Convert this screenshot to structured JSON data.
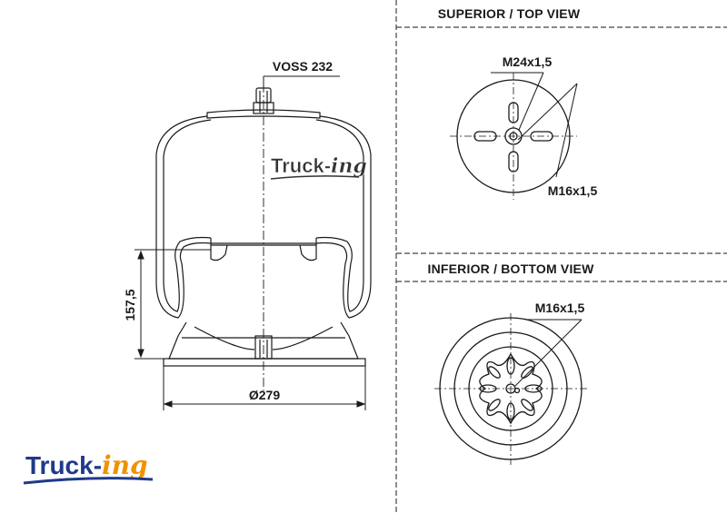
{
  "sections": {
    "top_view_title": "SUPERIOR / TOP VIEW",
    "bottom_view_title": "INFERIOR / BOTTOM VIEW"
  },
  "side_view": {
    "connector_label": "VOSS 232",
    "height_dim": "157,5",
    "diameter_dim": "Ø279"
  },
  "top_view": {
    "thread_large": "M24x1,5",
    "thread_small": "M16x1,5"
  },
  "bottom_view": {
    "thread": "M16x1,5"
  },
  "brand": {
    "name": "Truck-",
    "suffix": "ing",
    "colors": {
      "primary": "#1f3a8a",
      "accent": "#f29100",
      "line": "#1a1a1a"
    }
  }
}
